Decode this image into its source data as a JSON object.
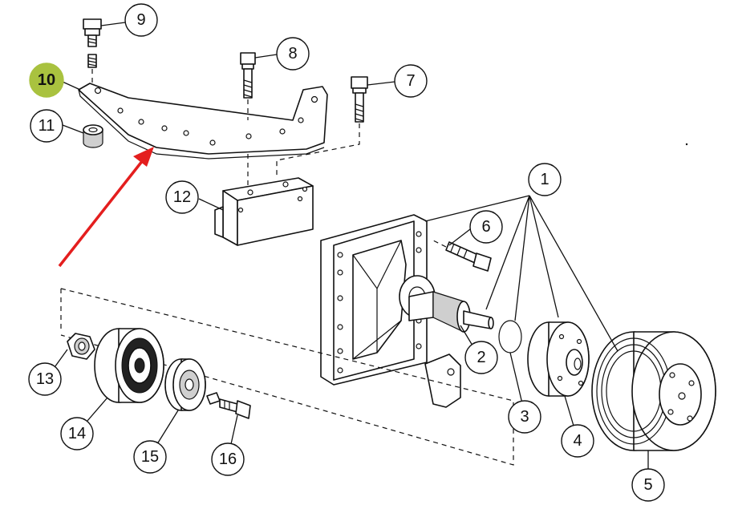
{
  "diagram": {
    "callouts": {
      "c1": "1",
      "c2": "2",
      "c3": "3",
      "c4": "4",
      "c5": "5",
      "c6": "6",
      "c7": "7",
      "c8": "8",
      "c9": "9",
      "c10": "10",
      "c11": "11",
      "c12": "12",
      "c13": "13",
      "c14": "14",
      "c15": "15",
      "c16": "16"
    },
    "highlighted_callout": "10",
    "colors": {
      "highlight": "#a9c23f",
      "arrow": "#e41e1e",
      "ink": "#111111"
    }
  }
}
